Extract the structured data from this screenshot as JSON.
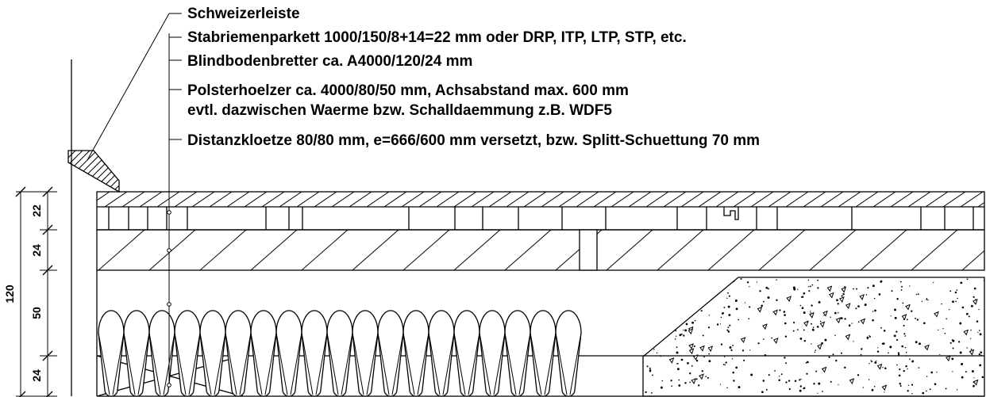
{
  "labels": {
    "baseboard": "Schweizerleiste",
    "parquet": "Stabriemenparkett 1000/150/8+14=22 mm oder DRP, ITP, LTP, STP, etc.",
    "subfloor": "Blindbodenbretter ca. A4000/120/24 mm",
    "battens_line1": "Polsterhoelzer ca. 4000/80/50 mm, Achsabstand max. 600 mm",
    "battens_line2": "evtl. dazwischen Waerme bzw. Schalldaemmung z.B. WDF5",
    "spacers": "Distanzkloetze 80/80 mm, e=666/600 mm versetzt, bzw. Splitt-Schuettung 70 mm"
  },
  "dimensions": {
    "total": "120",
    "parquet": "22",
    "subfloor": "24",
    "battens": "50",
    "spacers": "24"
  }
}
